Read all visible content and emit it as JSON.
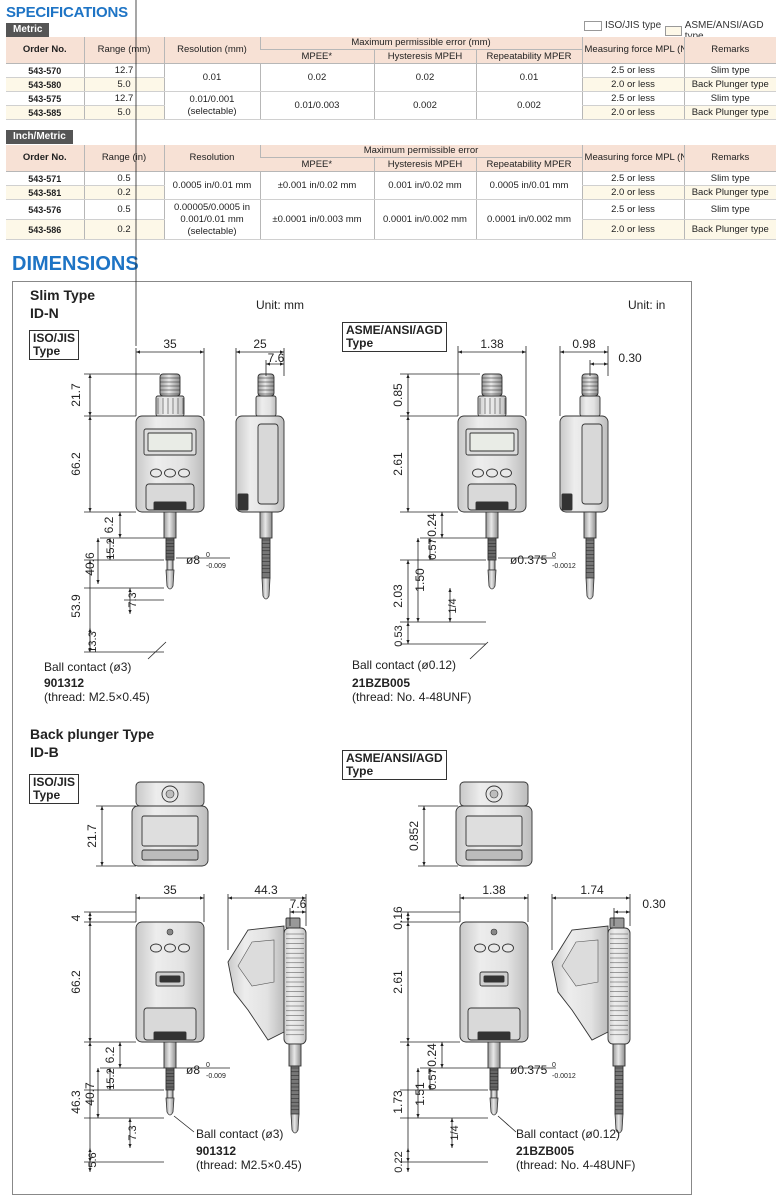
{
  "spec_title": "SPECIFICATIONS",
  "legend": {
    "iso": "ISO/JIS type",
    "asme": "ASME/ANSI/AGD type",
    "iso_color": "#ffffff",
    "asme_color": "#fdf8e8"
  },
  "metric": {
    "tag": "Metric",
    "headers": {
      "order": "Order No.",
      "range": "Range (mm)",
      "resolution": "Resolution (mm)",
      "mpe_group": "Maximum permissible error (mm)",
      "mpe_e": "MPEE*",
      "hyst": "Hysteresis MPEH",
      "repeat": "Repeatability MPER",
      "force": "Measuring force MPL (N)",
      "remarks": "Remarks"
    },
    "rows": [
      {
        "order": "543-570",
        "range": "12.7",
        "force": "2.5 or less",
        "remarks": "Slim type"
      },
      {
        "order": "543-580",
        "range": "5.0",
        "force": "2.0 or less",
        "remarks": "Back Plunger type"
      },
      {
        "order": "543-575",
        "range": "12.7",
        "force": "2.5 or less",
        "remarks": "Slim type"
      },
      {
        "order": "543-585",
        "range": "5.0",
        "force": "2.0 or less",
        "remarks": "Back Plunger type"
      }
    ],
    "groups": [
      {
        "resolution": "0.01",
        "mpe_e": "0.02",
        "hyst": "0.02",
        "repeat": "0.01"
      },
      {
        "resolution": "0.01/0.001\n(selectable)",
        "mpe_e": "0.01/0.003",
        "hyst": "0.002",
        "repeat": "0.002"
      }
    ]
  },
  "inch": {
    "tag": "Inch/Metric",
    "headers": {
      "order": "Order No.",
      "range": "Range (in)",
      "resolution": "Resolution",
      "mpe_group": "Maximum permissible error",
      "mpe_e": "MPEE*",
      "hyst": "Hysteresis MPEH",
      "repeat": "Repeatability MPER",
      "force": "Measuring force MPL (N)",
      "remarks": "Remarks"
    },
    "rows": [
      {
        "order": "543-571",
        "range": "0.5",
        "force": "2.5 or less",
        "remarks": "Slim type"
      },
      {
        "order": "543-581",
        "range": "0.2",
        "force": "2.0 or less",
        "remarks": "Back Plunger type"
      },
      {
        "order": "543-576",
        "range": "0.5",
        "force": "2.5 or less",
        "remarks": "Slim type"
      },
      {
        "order": "543-586",
        "range": "0.2",
        "force": "2.0 or less",
        "remarks": "Back Plunger type"
      }
    ],
    "groups": [
      {
        "resolution": "0.0005 in/0.01 mm",
        "mpe_e": "±0.001 in/0.02 mm",
        "hyst": "0.001 in/0.02 mm",
        "repeat": "0.0005 in/0.01 mm"
      },
      {
        "resolution": "0.00005/0.0005 in\n0.001/0.01 mm\n(selectable)",
        "mpe_e": "±0.0001 in/0.003 mm",
        "hyst": "0.0001 in/0.002 mm",
        "repeat": "0.0001 in/0.002 mm"
      }
    ]
  },
  "dimensions": {
    "title": "DIMENSIONS",
    "slim": {
      "heading": "Slim Type",
      "model": "ID-N",
      "unit_mm": "Unit: mm",
      "unit_in": "Unit: in"
    },
    "back": {
      "heading": "Back plunger Type",
      "model": "ID-B"
    },
    "iso_box": {
      "line1": "ISO/JIS",
      "line2": "Type"
    },
    "asme_box": {
      "line1": "ASME/ANSI/AGD",
      "line2": "Type"
    },
    "slim_iso": {
      "w_front": "35",
      "w_side": "25",
      "side_off": "7.6",
      "h_top": "21.7",
      "h_body": "66.2",
      "h_stem": "6.2",
      "h_15": "15.2",
      "h_40": "40.6",
      "h_53": "53.9",
      "h_7": "7.3",
      "h_13": "13.3",
      "stem_dia": "ø8",
      "stem_tol_up": "0",
      "stem_tol_low": "-0.009",
      "ball": "Ball contact (ø3)",
      "code": "901312",
      "thread": "(thread: M2.5×0.45)"
    },
    "slim_asme": {
      "w_front": "1.38",
      "w_side": "0.98",
      "side_off": "0.30",
      "h_top": "0.85",
      "h_body": "2.61",
      "h_stem": "0.24",
      "h_15": "0.57",
      "h_40": "1.50",
      "h_53": "2.03",
      "h_7": "1/4",
      "h_13": "0.53",
      "stem_dia": "ø0.375",
      "stem_tol_up": "0",
      "stem_tol_low": "-0.0012",
      "ball": "Ball contact (ø0.12)",
      "code": "21BZB005",
      "thread": "(thread: No. 4-48UNF)"
    },
    "back_iso": {
      "top_h": "21.7",
      "w_front": "35",
      "w_side": "44.3",
      "side_off": "7.6",
      "h_top": "4",
      "h_body": "66.2",
      "h_stem": "6.2",
      "h_15": "15.2",
      "h_40": "40.7",
      "h_46": "46.3",
      "h_7": "7.3",
      "h_5": "5.6",
      "stem_dia": "ø8",
      "stem_tol_up": "0",
      "stem_tol_low": "-0.009",
      "ball": "Ball contact (ø3)",
      "code": "901312",
      "thread": "(thread: M2.5×0.45)"
    },
    "back_asme": {
      "top_h": "0.852",
      "w_front": "1.38",
      "w_side": "1.74",
      "side_off": "0.30",
      "h_top": "0.16",
      "h_body": "2.61",
      "h_stem": "0.24",
      "h_15": "0.57",
      "h_40": "1.51",
      "h_46": "1.73",
      "h_7": "1/4",
      "h_5": "0.22",
      "stem_dia": "ø0.375",
      "stem_tol_up": "0",
      "stem_tol_low": "-0.0012",
      "ball": "Ball contact (ø0.12)",
      "code": "21BZB005",
      "thread": "(thread: No. 4-48UNF)"
    }
  }
}
